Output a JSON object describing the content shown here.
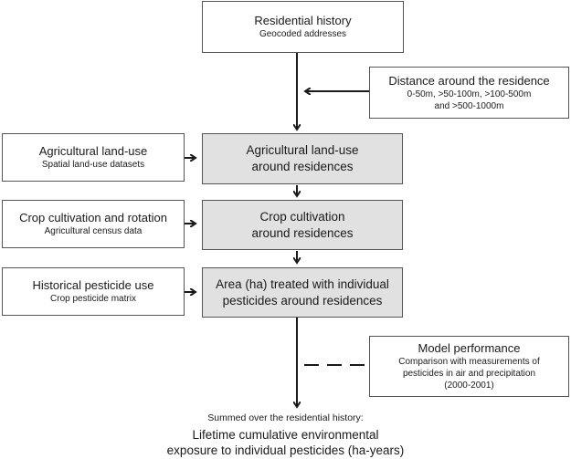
{
  "residential": {
    "title": "Residential history",
    "subtitle": "Geocoded addresses"
  },
  "distance": {
    "title": "Distance around the residence",
    "subtitle": "0-50m, >50-100m, >100-500m\nand >500-1000m"
  },
  "landuse_input": {
    "title": "Agricultural land-use",
    "subtitle": "Spatial land-use datasets"
  },
  "landuse_step": {
    "title": "Agricultural land-use\naround residences"
  },
  "crop_input": {
    "title": "Crop cultivation and rotation",
    "subtitle": "Agricultural census data"
  },
  "crop_step": {
    "title": "Crop cultivation\naround residences"
  },
  "pesticide_input": {
    "title": "Historical pesticide use",
    "subtitle": "Crop pesticide matrix"
  },
  "pesticide_step": {
    "title": "Area (ha) treated with individual\npesticides around residences"
  },
  "model": {
    "title": "Model performance",
    "subtitle": "Comparison with measurements of\npesticides in air and precipitation\n(2000-2001)"
  },
  "footer": {
    "subtitle": "Summed over the residential history:",
    "title": "Lifetime cumulative environmental\nexposure to individual pesticides (ha-years)"
  }
}
